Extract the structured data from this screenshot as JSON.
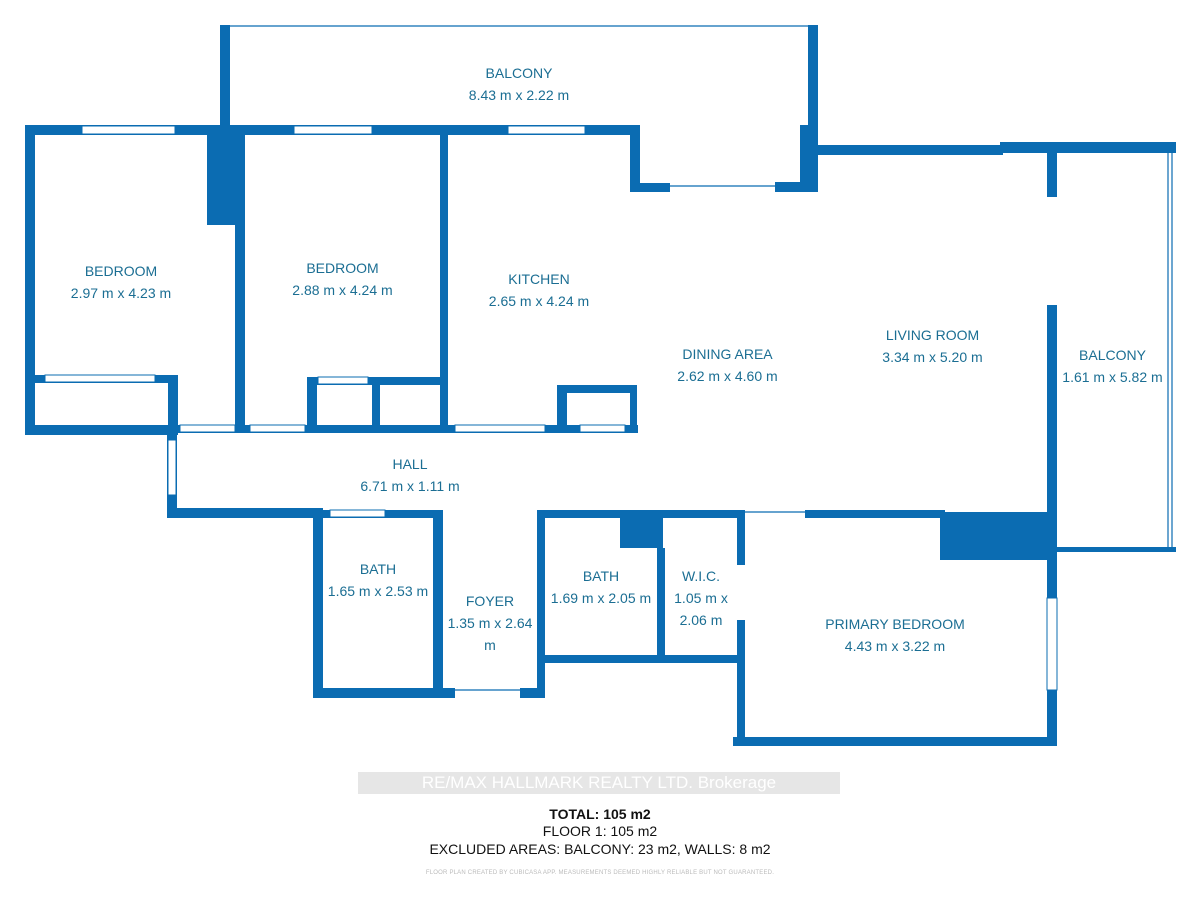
{
  "colors": {
    "walls": "#0b6cb2",
    "labels": "#1b6e93"
  },
  "rooms": [
    {
      "name": "BALCONY",
      "size": "8.43 m x 2.22 m"
    },
    {
      "name": "BEDROOM",
      "size": "2.97 m x 4.23 m"
    },
    {
      "name": "BEDROOM",
      "size": "2.88 m x 4.24 m"
    },
    {
      "name": "KITCHEN",
      "size": "2.65 m x 4.24 m"
    },
    {
      "name": "DINING AREA",
      "size": "2.62 m x 4.60 m"
    },
    {
      "name": "LIVING ROOM",
      "size": "3.34 m x 5.20 m"
    },
    {
      "name": "BALCONY",
      "size": "1.61 m x 5.82 m"
    },
    {
      "name": "HALL",
      "size": "6.71 m x 1.11 m"
    },
    {
      "name": "BATH",
      "size": "1.65 m x 2.53 m"
    },
    {
      "name": "FOYER",
      "size": "1.35 m x 2.64 m"
    },
    {
      "name": "BATH",
      "size": "1.69 m x 2.05 m"
    },
    {
      "name": "W.I.C.",
      "size": "1.05 m x 2.06 m"
    },
    {
      "name": "PRIMARY BEDROOM",
      "size": "4.43 m x 3.22 m"
    }
  ],
  "summary": {
    "total": "TOTAL: 105 m2",
    "floor1": "FLOOR 1: 105 m2",
    "excluded": "EXCLUDED AREAS: BALCONY: 23 m2, WALLS: 8 m2",
    "credit": "FLOOR PLAN CREATED BY CUBICASA APP. MEASUREMENTS DEEMED HIGHLY RELIABLE BUT NOT GUARANTEED."
  },
  "watermark": "RE/MAX HALLMARK REALTY LTD. Brokerage"
}
